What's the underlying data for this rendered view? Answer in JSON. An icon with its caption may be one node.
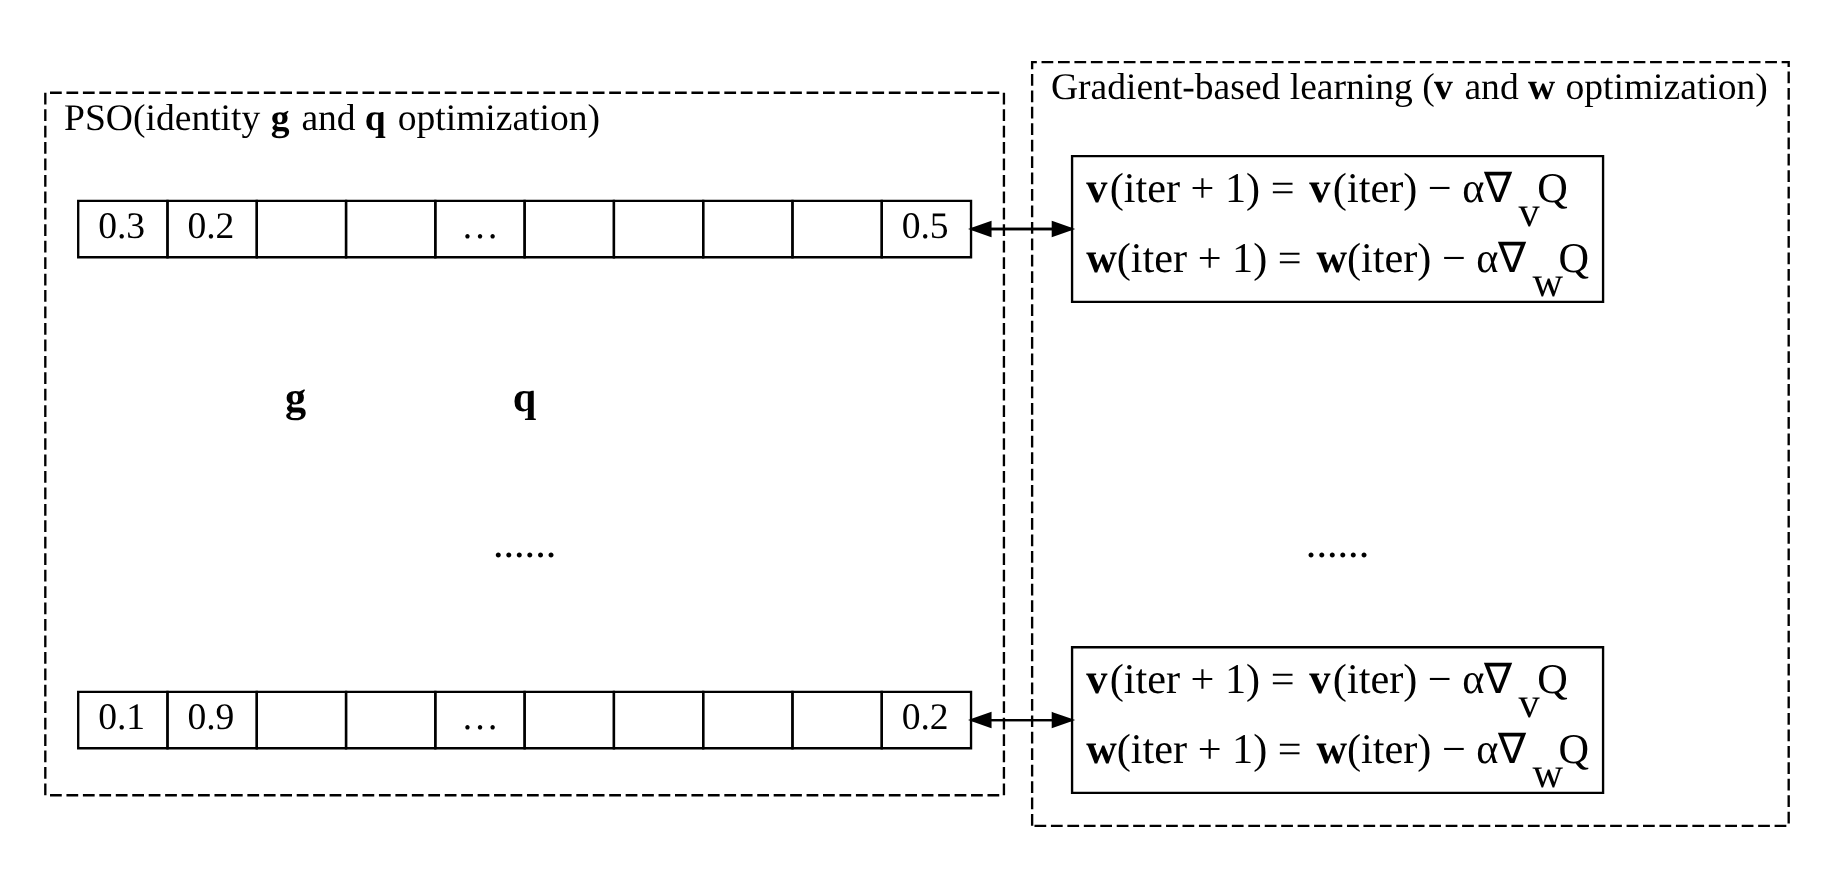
{
  "diagram": {
    "nodes": [
      {
        "text": [
          "PSO(identity **g** and **q** optimization)"
        ]
      },
      {
        "text": [
          "0.3",
          "0.2",
          "…",
          "0.5"
        ],
        "in": 0
      },
      {
        "text": [
          "0.1",
          "0.9",
          "…",
          "0.2"
        ],
        "in": 0
      },
      {
        "text": [
          "Gradient-based learning (**v** and **w** optimization)"
        ]
      },
      {
        "text": [
          "**v**(iter + 1) = **v**(iter) − α∇$_{v}$Q",
          "**w**(iter + 1) = **w**(iter) − α∇$_{w}$Q"
        ],
        "in": 3
      },
      {
        "text": [
          "**v**(iter + 1) = **v**(iter) − α∇$_{v}$Q",
          "**w**(iter + 1) = **w**(iter) − α∇$_{w}$Q"
        ],
        "in": 3
      }
    ],
    "edges": [
      {
        "from": 1,
        "to": 4,
        "arrow": "to"
      },
      {
        "from": 4,
        "to": 1,
        "arrow": "to"
      },
      {
        "from": 2,
        "to": 5,
        "arrow": "to"
      },
      {
        "from": 5,
        "to": 2,
        "arrow": "to"
      }
    ],
    "labels": [
      "g",
      "q",
      "......",
      "......"
    ]
  }
}
